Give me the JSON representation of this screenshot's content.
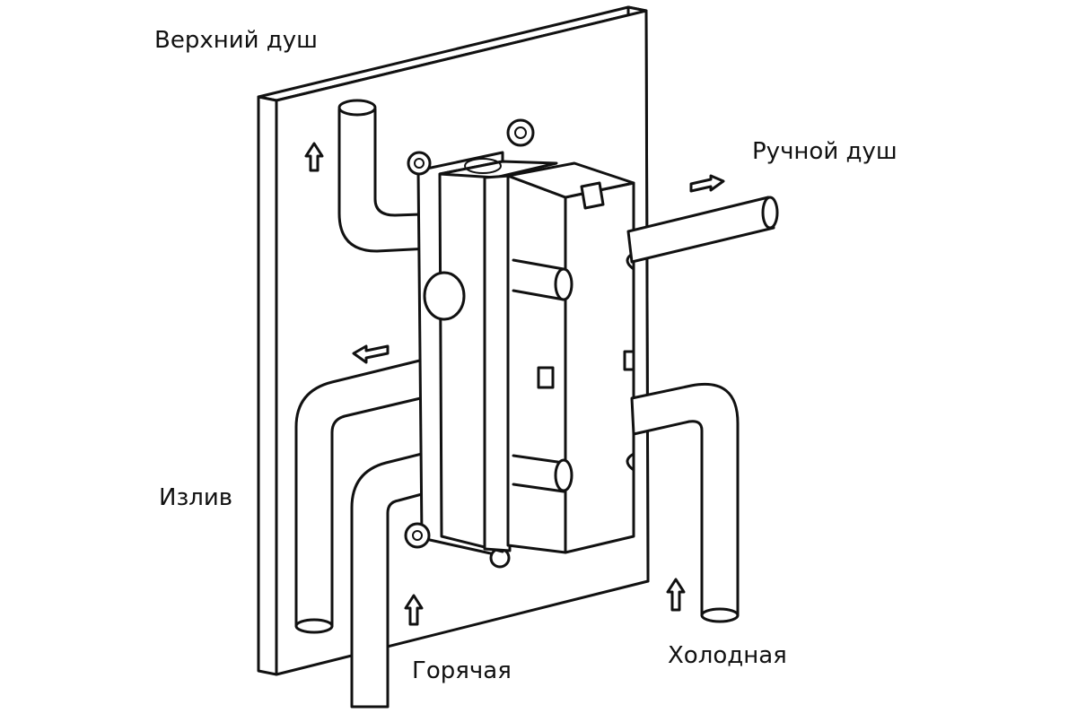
{
  "labels": {
    "top_shower": "Верхний душ",
    "hand_shower": "Ручной душ",
    "spout": "Излив",
    "hot": "Горячая",
    "cold": "Холодная"
  },
  "colors": {
    "line": "#111111",
    "background": "#ffffff"
  }
}
